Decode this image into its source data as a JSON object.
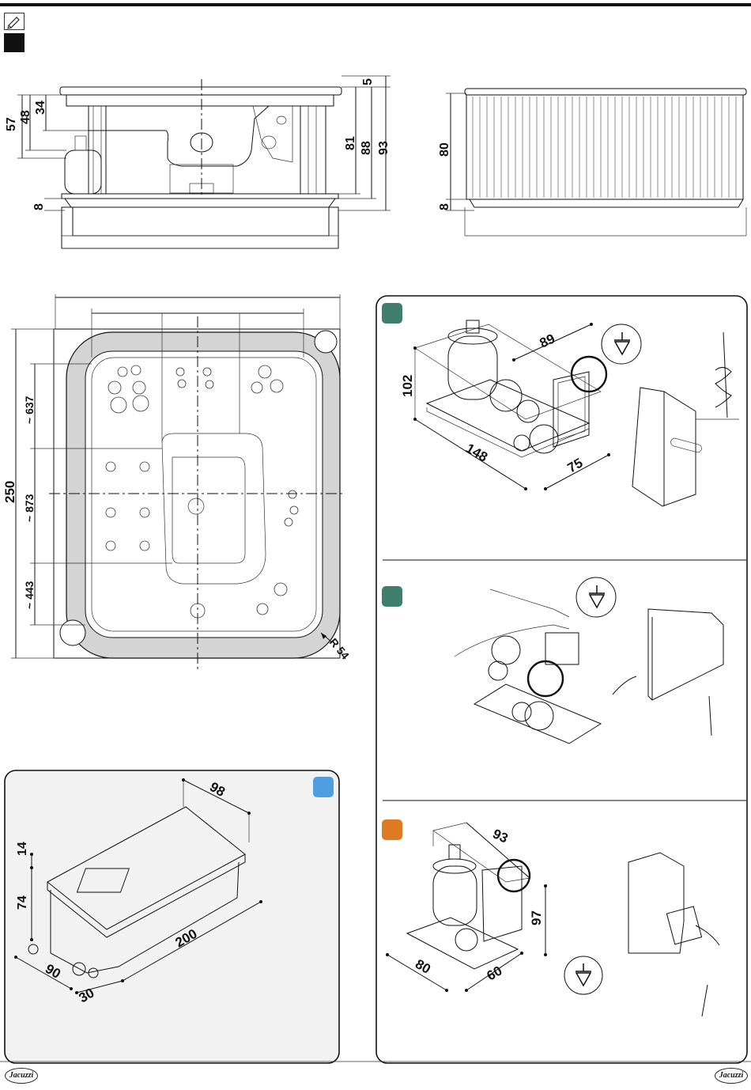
{
  "header": {
    "pencil_icon": "pencil-icon"
  },
  "side_view": {
    "dims": [
      "57",
      "48",
      "34",
      "5",
      "81",
      "88",
      "93",
      "8"
    ]
  },
  "front_view": {
    "dims": [
      "80",
      "8"
    ]
  },
  "plan_view": {
    "overall": "250",
    "dims": [
      "~ 637",
      "~ 873",
      "~ 443"
    ],
    "radius": "R 54"
  },
  "module_green_1": {
    "color": "#3f7f6c",
    "dims": [
      "89",
      "102",
      "148",
      "75"
    ],
    "ground_icon": "ground-symbol-icon"
  },
  "module_green_2": {
    "color": "#3f7f6c",
    "ground_icon": "ground-symbol-icon"
  },
  "module_orange": {
    "color": "#e07a22",
    "dims": [
      "93",
      "97",
      "80",
      "60"
    ],
    "ground_icon": "ground-symbol-icon"
  },
  "module_blue": {
    "color": "#4f9ee0",
    "dims": [
      "98",
      "14",
      "74",
      "200",
      "90",
      "30"
    ]
  },
  "footer": {
    "logo_left": "Jacuzzi",
    "logo_right": "Jacuzzi"
  }
}
